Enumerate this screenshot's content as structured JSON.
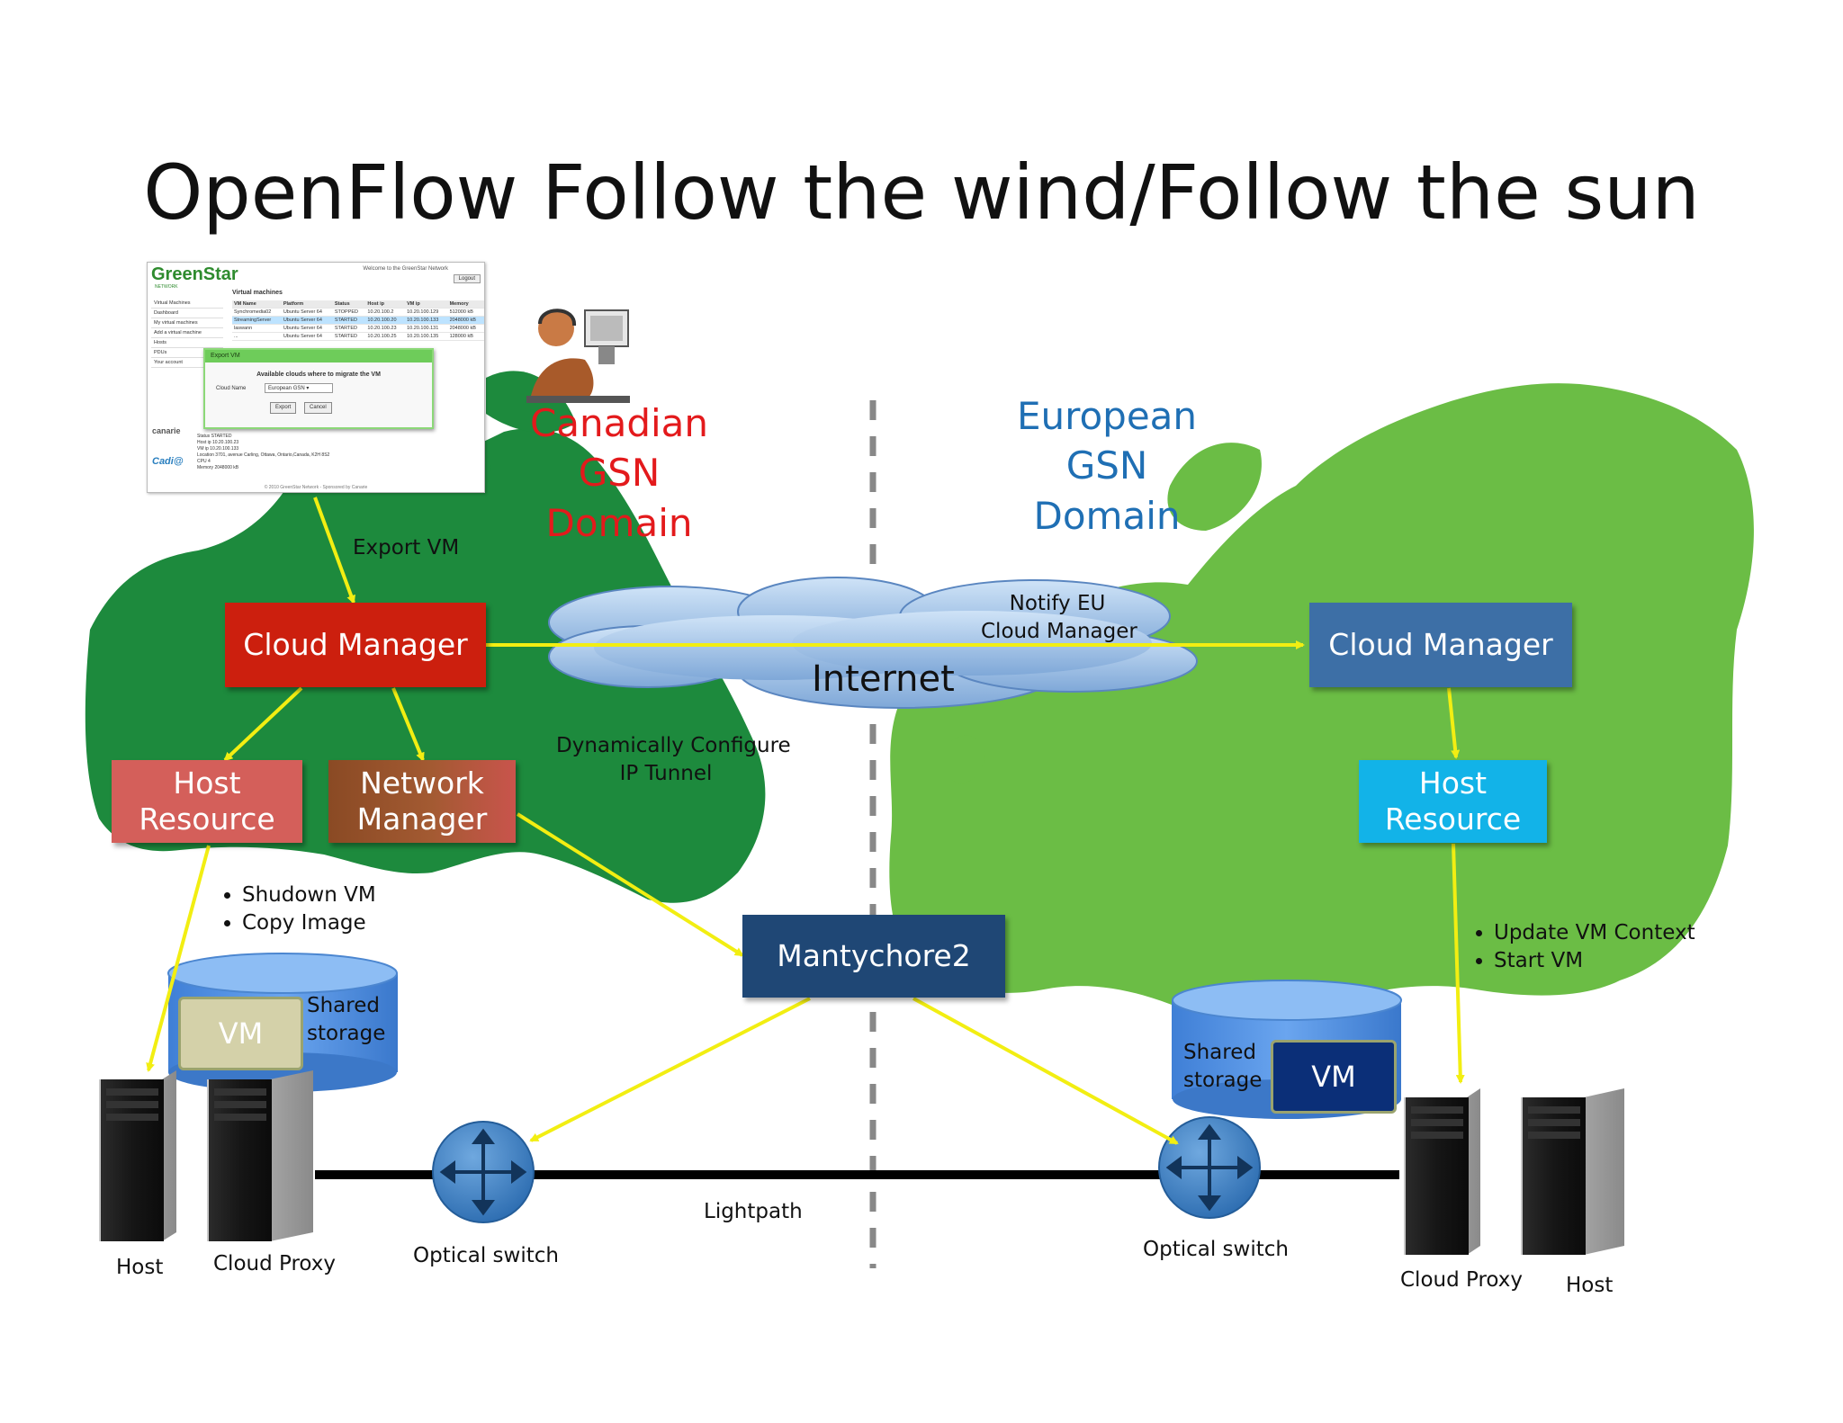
{
  "title": "OpenFlow  Follow the wind/Follow the sun",
  "domains": {
    "canadian": {
      "line1": "Canadian GSN",
      "line2": "Domain",
      "color": "#e31a1c"
    },
    "european": {
      "line1": "European GSN",
      "line2": "Domain",
      "color": "#1f6fb4"
    }
  },
  "boxes": {
    "cloud_manager_ca": "Cloud Manager",
    "host_resource_ca_1": "Host",
    "host_resource_ca_2": "Resource",
    "network_manager_1": "Network",
    "network_manager_2": "Manager",
    "mantychore": "Mantychore2",
    "cloud_manager_eu": "Cloud Manager",
    "host_resource_eu_1": "Host",
    "host_resource_eu_2": "Resource",
    "vm_ca": "VM",
    "vm_eu": "VM"
  },
  "colors": {
    "cloud_manager_ca": "#cc1f0e",
    "host_resource_ca": "#d45f5a",
    "network_manager": "#8a4a24",
    "mantychore": "#1f4775",
    "cloud_manager_eu": "#3d6fa6",
    "host_resource_eu": "#12b3e8",
    "arrow": "#f2ee12",
    "map_ca": "#1d8a3d",
    "map_eu": "#6bbd45"
  },
  "labels": {
    "export_vm": "Export VM",
    "notify_1": "Notify EU",
    "notify_2": "Cloud Manager",
    "internet": "Internet",
    "dyn_1": "Dynamically Configure",
    "dyn_2": "IP Tunnel",
    "shared_ca_1": "Shared",
    "shared_ca_2": "storage",
    "shared_eu_1": "Shared",
    "shared_eu_2": "storage",
    "lightpath": "Lightpath",
    "optical_ca": "Optical switch",
    "optical_eu": "Optical switch",
    "host_ca": "Host",
    "cloud_proxy_ca": "Cloud Proxy",
    "cloud_proxy_eu": "Cloud Proxy",
    "host_eu": "Host"
  },
  "bullets_ca": [
    "Shudown VM",
    "Copy Image"
  ],
  "bullets_eu": [
    "Update VM Context",
    "Start VM"
  ],
  "screenshot": {
    "logo": "GreenStar",
    "logo_sub": "NETWORK",
    "welcome": "Welcome to the GreenStar Network",
    "logout": "Logout",
    "section": "Virtual machines",
    "side": [
      "Virtual Machines",
      "Dashboard",
      "My virtual machines",
      "Add a virtual machine",
      "Hosts",
      "PDUs",
      "Your account"
    ],
    "headers": [
      "VM Name",
      "Platform",
      "Status",
      "Host ip",
      "VM ip",
      "Memory"
    ],
    "rows": [
      [
        "Synchromedia02",
        "Ubuntu Server 64",
        "STOPPED",
        "10.20.100.2",
        "10.20.100.129",
        "512000 kB"
      ],
      [
        "StreamingServer",
        "Ubuntu Server 64",
        "STARTED",
        "10.20.100.20",
        "10.20.100.133",
        "2048000 kB"
      ],
      [
        "laswann",
        "Ubuntu Server 64",
        "STARTED",
        "10.20.100.23",
        "10.20.100.131",
        "2048000 kB"
      ],
      [
        "...",
        "Ubuntu Server 64",
        "STARTED",
        "10.20.100.25",
        "10.20.100.135",
        "128000 kB"
      ]
    ],
    "dialog_title": "Export VM",
    "dialog_question": "Available clouds where to migrate the VM",
    "dialog_field": "Cloud Name",
    "dialog_value": "European GSN",
    "export_btn": "Export",
    "cancel_btn": "Cancel",
    "details": [
      "Status    STARTED",
      "Host ip   10.20.100.23",
      "VM ip   10.20.100.133",
      "Location   3701, avenue Carling, Ottawa, Ontario,Canada, K2H 8S2",
      "CPU   4",
      "Memory   2048000 kB"
    ],
    "canarie": "canarie",
    "cadia": "Cadi@",
    "footer": "© 2010 GreenStar Network - Sponsored by Canarie"
  }
}
